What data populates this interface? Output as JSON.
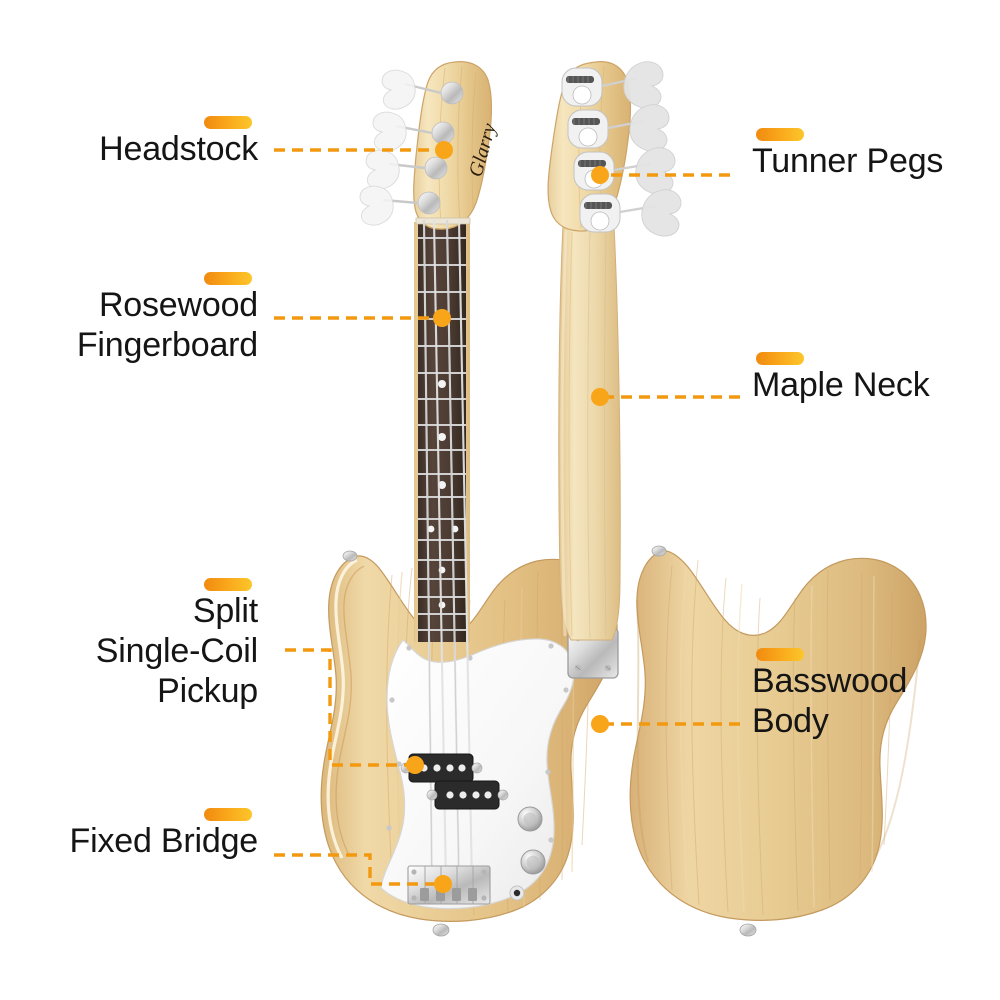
{
  "theme": {
    "accent_orange": "#f2990f",
    "accent_yellow": "#fcc62a",
    "text_color": "#151515",
    "background": "#ffffff",
    "wood_light": "#f2ddb4",
    "wood_mid": "#e6c88c",
    "wood_dark": "#d2ab6d",
    "fingerboard": "#4a3a31",
    "pickguard": "#fbfbfb",
    "chrome": "#d8d8d8"
  },
  "product": {
    "type": "electric-bass-guitar",
    "views": [
      "front",
      "back"
    ],
    "headstock_logo": "Glarry"
  },
  "callouts": [
    {
      "id": "headstock",
      "label": "Headstock",
      "side": "left",
      "lines": [
        "Headstock"
      ]
    },
    {
      "id": "fingerboard",
      "label": "Rosewood Fingerboard",
      "side": "left",
      "lines": [
        "Rosewood",
        "Fingerboard"
      ]
    },
    {
      "id": "pickup",
      "label": "Split Single-Coil Pickup",
      "side": "left",
      "lines": [
        "Split",
        "Single-Coil",
        "Pickup"
      ]
    },
    {
      "id": "bridge",
      "label": "Fixed Bridge",
      "side": "left",
      "lines": [
        "Fixed Bridge"
      ]
    },
    {
      "id": "tuners",
      "label": "Tunner Pegs",
      "side": "right",
      "lines": [
        "Tunner Pegs"
      ]
    },
    {
      "id": "neck",
      "label": "Maple Neck",
      "side": "right",
      "lines": [
        "Maple Neck"
      ]
    },
    {
      "id": "body",
      "label": "Basswood Body",
      "side": "right",
      "lines": [
        "Basswood",
        "Body"
      ]
    }
  ]
}
